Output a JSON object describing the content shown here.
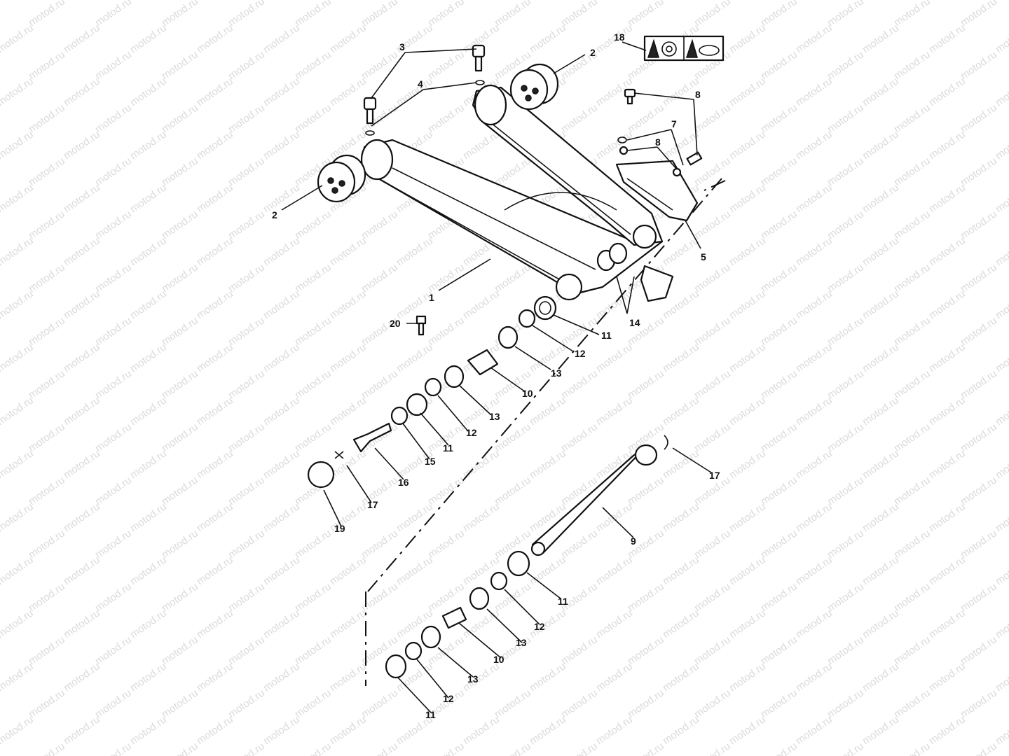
{
  "watermark": "motod.ru",
  "callouts": {
    "c1": "1",
    "c2a": "2",
    "c2b": "2",
    "c3": "3",
    "c4": "4",
    "c5": "5",
    "c7": "7",
    "c8a": "8",
    "c8b": "8",
    "c9": "9",
    "c10a": "10",
    "c10b": "10",
    "c11a": "11",
    "c11b": "11",
    "c11c": "11",
    "c11d": "11",
    "c12a": "12",
    "c12b": "12",
    "c12c": "12",
    "c12d": "12",
    "c13a": "13",
    "c13b": "13",
    "c13c": "13",
    "c13d": "13",
    "c14": "14",
    "c15": "15",
    "c16": "16",
    "c17a": "17",
    "c17b": "17",
    "c18": "18",
    "c19": "19",
    "c20": "20"
  },
  "icons": [
    "grease-gun-icon",
    "bearing-icon",
    "grease-gun-icon",
    "chain-icon"
  ]
}
